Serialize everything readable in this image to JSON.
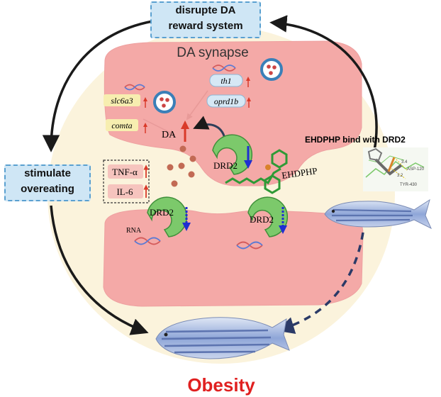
{
  "boxes": {
    "disrupt": {
      "line1": "disrupte DA",
      "line2": "reward  system"
    },
    "stimulate": {
      "line1": "stimulate",
      "line2": "overeating"
    }
  },
  "synapse_title": "DA synapse",
  "genes": {
    "th1": "th1",
    "oprd1b": "oprd1b",
    "slc6a3": "slc6a3",
    "comta": "comta"
  },
  "da_label": "DA",
  "cytokines": {
    "tnf": "TNF-α",
    "il6": "IL-6"
  },
  "receptor_label": "DRD2",
  "compound_label": "EHDPHP",
  "rna_label": "RNA",
  "docking_title": "EHDPHP bind with DRD2",
  "docking_residues": [
    "ASP-120",
    "TYR-430",
    "3.4",
    "3.2"
  ],
  "outcome": "Obesity",
  "colors": {
    "synapse": "#f4a9a7",
    "background": "#fbf3dc",
    "box": "#cfe6f5",
    "outcome": "#e02020",
    "up_arrow": "#d93a2a",
    "down_arrow": "#1f2fd0"
  }
}
